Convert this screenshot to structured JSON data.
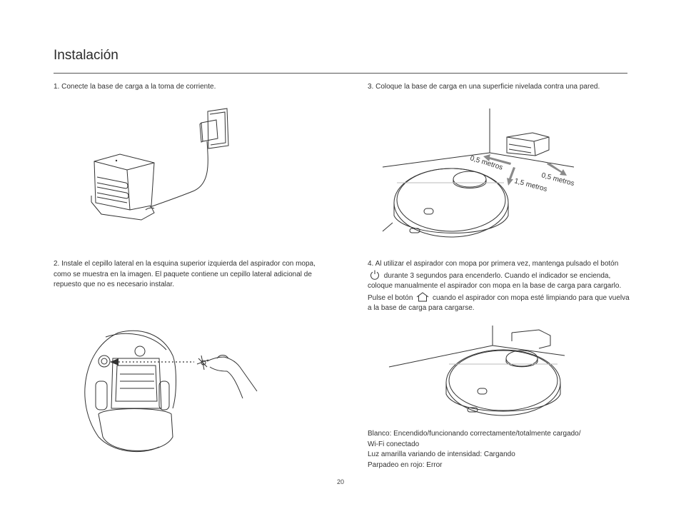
{
  "page": {
    "title": "Instalación",
    "page_number": "20"
  },
  "steps": [
    {
      "text": "1. Conecte la base de carga a la toma de corriente."
    },
    {
      "text": "2. Instale el cepillo lateral en la esquina superior izquierda del aspirador con mopa, como se muestra en la imagen. El paquete contiene un cepillo lateral adicional de repuesto que no es necesario instalar."
    },
    {
      "text": "3. Coloque la base de carga en una superficie nivelada contra una pared."
    },
    {
      "part1": "4. Al utilizar el aspirador con mopa por primera vez, mantenga pulsado el botón",
      "part2": "durante 3 segundos para encenderlo. Cuando el indicador se encienda, coloque manualmente el aspirador con mopa en la base de carga para cargarlo. Pulse el botón",
      "part3": "cuando el aspirador con mopa esté limpiando para que vuelva a la base de carga para cargarse."
    }
  ],
  "figure3": {
    "label_left": "0,5 metros",
    "label_right": "0,5 metros",
    "label_front": "1,5 metros"
  },
  "indicator_legend": {
    "line1": "Blanco: Encendido/funcionando correctamente/totalmente cargado/",
    "line2": "Wi-Fi conectado",
    "line3": "Luz amarilla variando de intensidad: Cargando",
    "line4": "Parpadeo en rojo: Error"
  },
  "icons": {
    "power": "power-icon",
    "home": "home-icon"
  },
  "colors": {
    "text": "#2b2b2b",
    "line_art": "#333333",
    "arrow_gray": "#8a8a8a"
  }
}
